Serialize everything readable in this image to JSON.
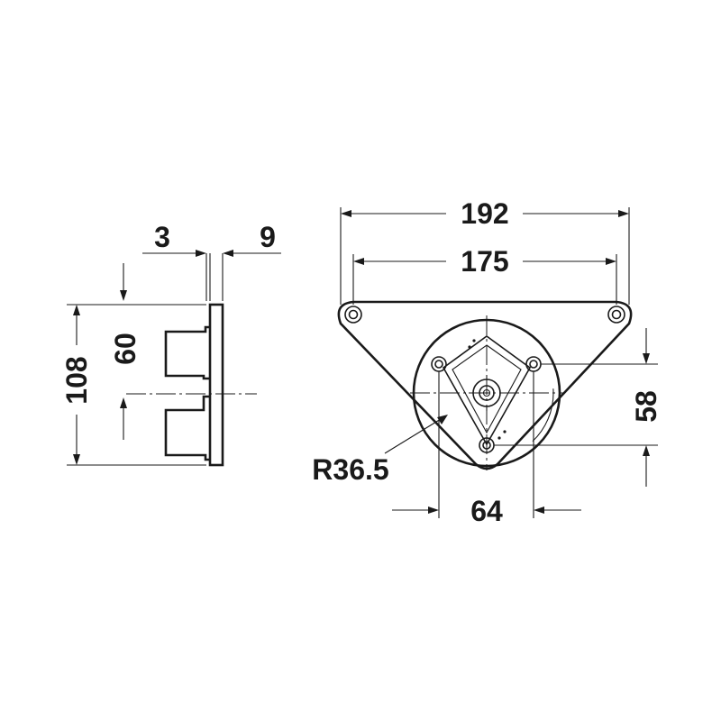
{
  "labels": {
    "thickness_left": "3",
    "thickness_right": "9",
    "side_height": "108",
    "mount_height": "60",
    "overall_width": "192",
    "hole_spacing": "175",
    "radius": "R36.5",
    "hole_depth": "58",
    "hole_width": "64"
  }
}
